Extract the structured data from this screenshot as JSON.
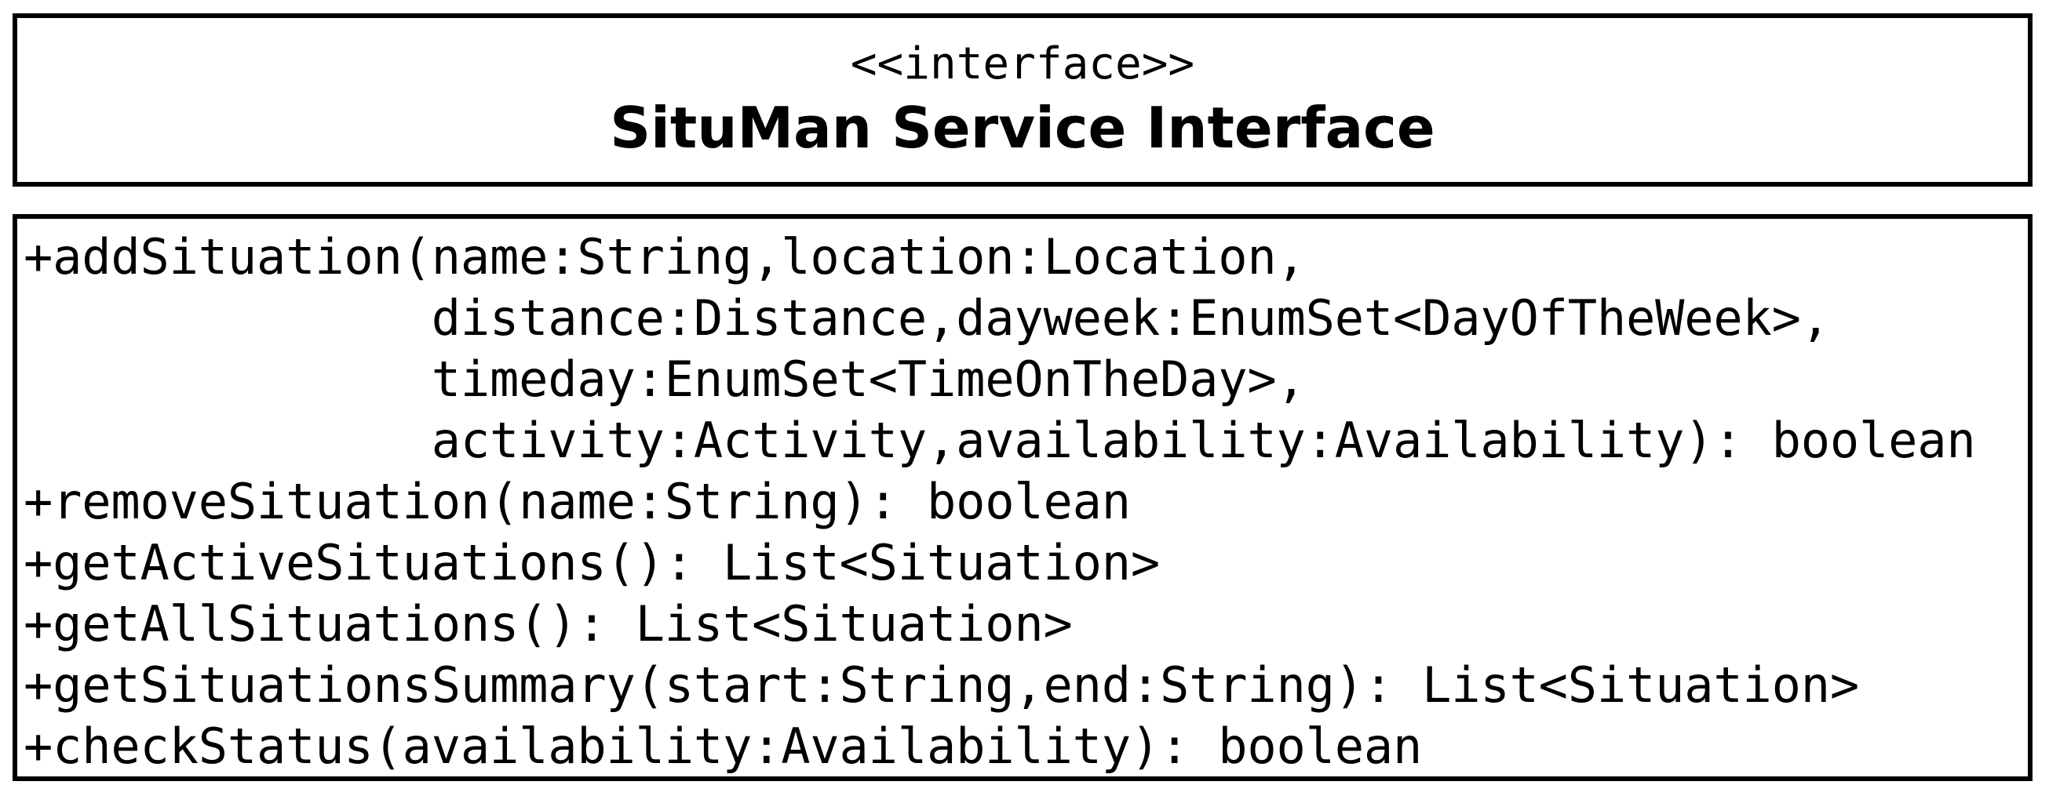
{
  "diagram": {
    "type": "uml-class-diagram",
    "notation": "UML interface classifier box",
    "colors": {
      "border": "#000000",
      "background": "#ffffff",
      "text": "#000000"
    }
  },
  "classifier": {
    "stereotype": "<<interface>>",
    "name": "SituMan Service Interface",
    "operations_raw": [
      "+addSituation(name:String,location:Location,distance:Distance,dayweek:EnumSet<DayOfTheWeek>,timeday:EnumSet<TimeOnTheDay>,activity:Activity,availability:Availability): boolean",
      "+removeSituation(name:String): boolean",
      "+getActiveSituations(): List<Situation>",
      "+getAllSituations(): List<Situation>",
      "+getSituationsSummary(start:String,end:String): List<Situation>",
      "+checkStatus(availability:Availability): boolean"
    ],
    "operation_lines": [
      "+addSituation(name:String,location:Location,",
      "              distance:Distance,dayweek:EnumSet<DayOfTheWeek>,",
      "              timeday:EnumSet<TimeOnTheDay>,",
      "              activity:Activity,availability:Availability): boolean",
      "+removeSituation(name:String): boolean",
      "+getActiveSituations(): List<Situation>",
      "+getAllSituations(): List<Situation>",
      "+getSituationsSummary(start:String,end:String): List<Situation>",
      "+checkStatus(availability:Availability): boolean"
    ]
  }
}
